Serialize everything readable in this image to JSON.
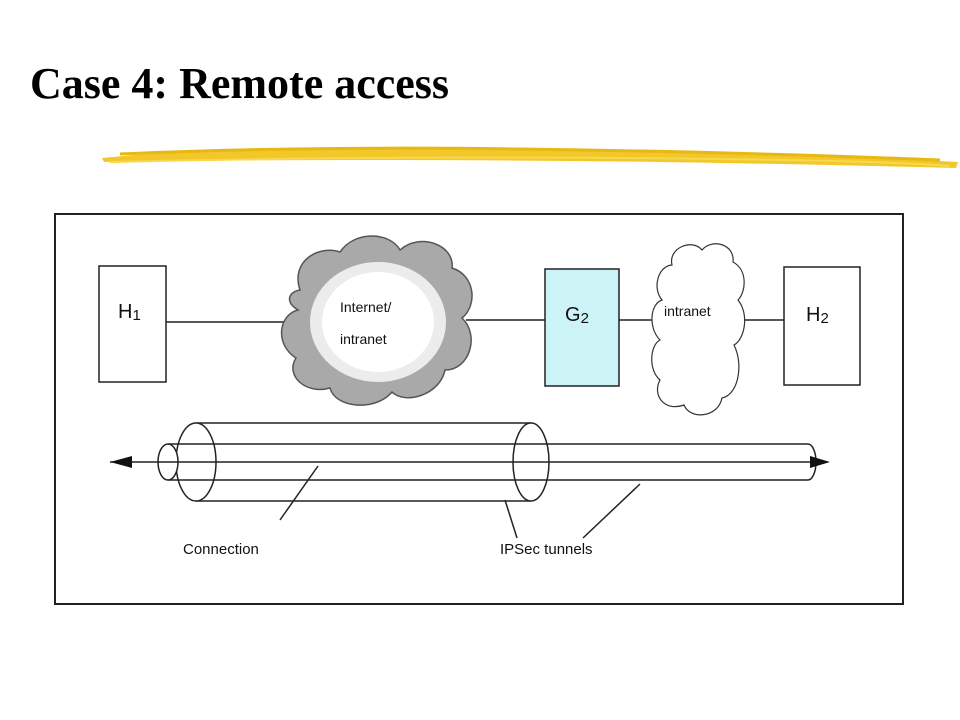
{
  "slide": {
    "title": "Case 4: Remote access"
  },
  "diagram": {
    "nodes": {
      "h1": {
        "label": "H",
        "subscript": "1"
      },
      "internet_cloud": {
        "line1": "Internet/",
        "line2": "intranet"
      },
      "g2": {
        "label": "G",
        "subscript": "2",
        "fill": "#ccf4f6"
      },
      "intranet_cloud": {
        "label": "intranet"
      },
      "h2": {
        "label": "H",
        "subscript": "2"
      }
    },
    "labels": {
      "connection": "Connection",
      "ipsec_tunnels": "IPSec tunnels"
    }
  },
  "colors": {
    "accent_stroke": "#f2c72a",
    "internet_cloud_fill": "#a9a9a9"
  }
}
